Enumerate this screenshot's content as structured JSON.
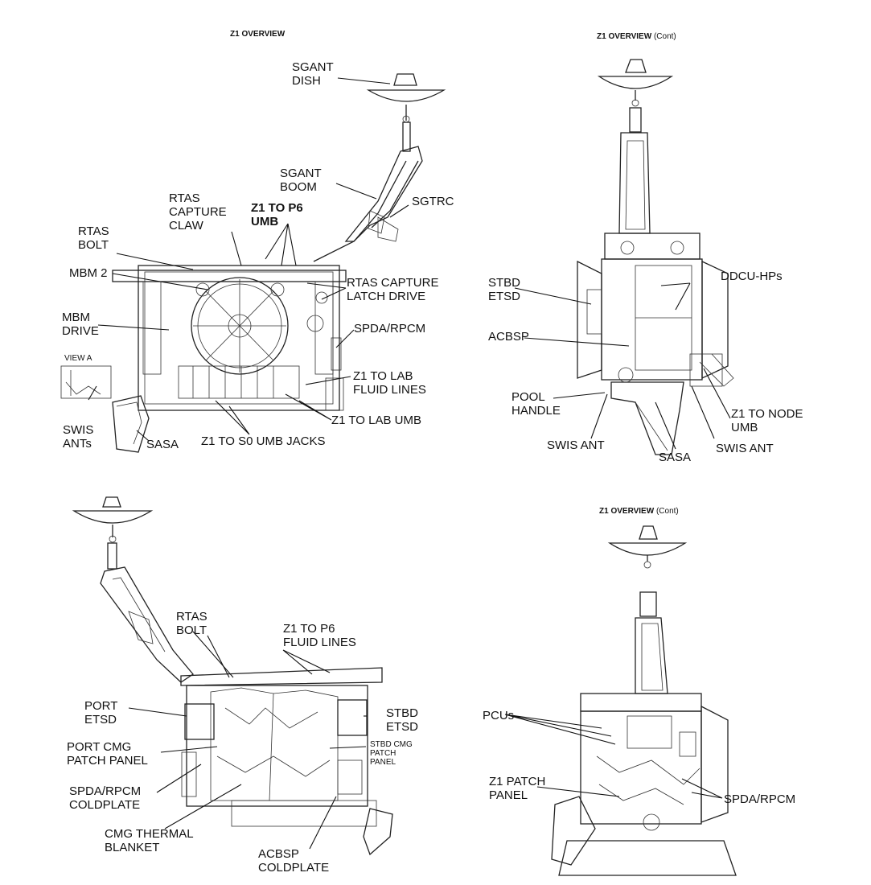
{
  "titles": {
    "tl": "Z1 OVERVIEW",
    "tr_main": "Z1 OVERVIEW",
    "tr_cont": "(Cont)",
    "br_main": "Z1 OVERVIEW",
    "br_cont": "(Cont)"
  },
  "labels": {
    "tl": {
      "sgant_dish": "SGANT\nDISH",
      "sgant_boom": "SGANT\nBOOM",
      "sgtrc": "SGTRC",
      "rtas_capture_claw": "RTAS\nCAPTURE\nCLAW",
      "z1_to_p6_umb": "Z1 TO P6\nUMB",
      "rtas_bolt": "RTAS\nBOLT",
      "mbm2": "MBM 2",
      "rtas_capture_latch_drive": "RTAS CAPTURE\nLATCH DRIVE",
      "mbm_drive": "MBM\nDRIVE",
      "spda_rpcm": "SPDA/RPCM",
      "view_a": "VIEW A",
      "z1_to_lab_fluid_lines": "Z1 TO LAB\nFLUID LINES",
      "swis_ants": "SWIS\nANTs",
      "z1_to_lab_umb": "Z1 TO LAB UMB",
      "sasa": "SASA",
      "z1_to_s0_umb_jacks": "Z1 TO S0 UMB JACKS"
    },
    "tr": {
      "stbd_etsd": "STBD\nETSD",
      "ddcu_hps": "DDCU-HPs",
      "acbsp": "ACBSP",
      "pool_handle": "POOL\nHANDLE",
      "z1_to_node_umb": "Z1 TO NODE\nUMB",
      "swis_ant_left": "SWIS ANT",
      "sasa": "SASA",
      "swis_ant_right": "SWIS ANT"
    },
    "bl": {
      "rtas_bolt": "RTAS\nBOLT",
      "z1_to_p6_fluid_lines": "Z1 TO P6\nFLUID LINES",
      "port_etsd": "PORT\nETSD",
      "stbd_etsd": "STBD\nETSD",
      "port_cmg_patch_panel": "PORT CMG\nPATCH PANEL",
      "stbd_cmg_patch_panel": "STBD CMG\nPATCH\nPANEL",
      "spda_rpcm_coldplate": "SPDA/RPCM\nCOLDPLATE",
      "cmg_thermal_blanket": "CMG THERMAL\nBLANKET",
      "acbsp_coldplate": "ACBSP\nCOLDPLATE"
    },
    "br": {
      "pcus": "PCUs",
      "z1_patch_panel": "Z1 PATCH\nPANEL",
      "spda_rpcm": "SPDA/RPCM"
    }
  }
}
